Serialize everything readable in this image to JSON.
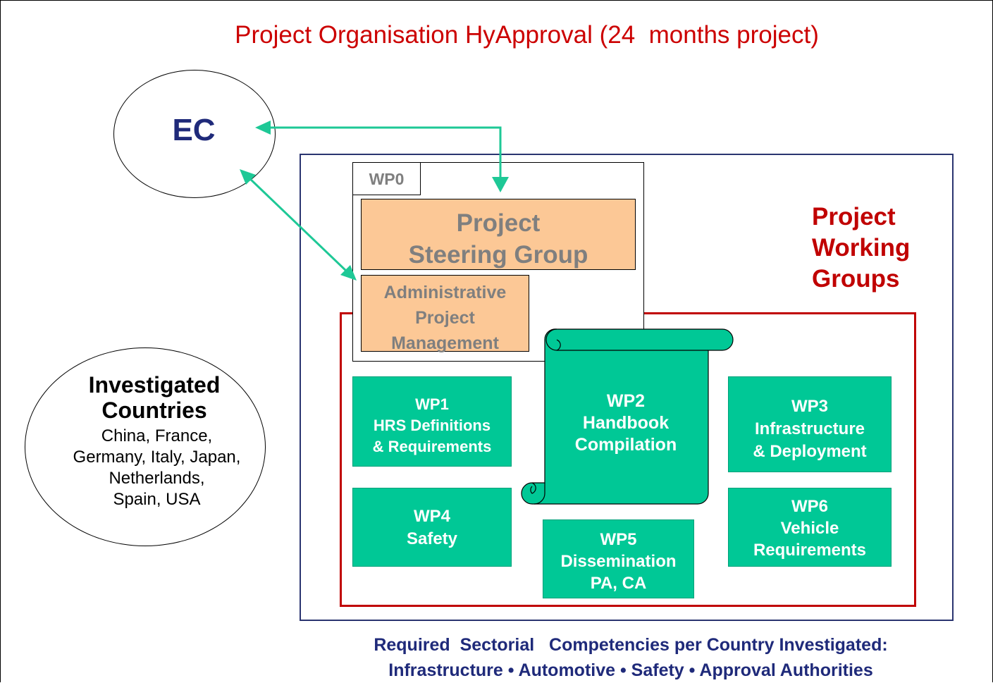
{
  "title": "Project Organisation HyApproval (24  months project)",
  "ec": {
    "label": "EC"
  },
  "countries": {
    "title_lines": [
      "Investigated",
      "Countries"
    ],
    "list_lines": [
      "China, France,",
      "Germany, Italy, Japan,",
      "Netherlands,",
      "Spain, USA"
    ]
  },
  "wp0": {
    "label": "WP0",
    "steering_lines": [
      "Project",
      "Steering Group"
    ],
    "admin_lines": [
      "Administrative",
      "Project",
      "Management"
    ]
  },
  "working_groups_lines": [
    "Project",
    "Working",
    "Groups"
  ],
  "work_packages": {
    "wp1": [
      "WP1",
      "HRS  Definitions",
      "& Requirements"
    ],
    "wp2": [
      "WP2",
      "Handbook",
      "Compilation"
    ],
    "wp3": [
      "WP3",
      "Infrastructure",
      "& Deployment"
    ],
    "wp4": [
      "WP4",
      "Safety"
    ],
    "wp5": [
      "WP5",
      "Dissemination",
      "PA, CA"
    ],
    "wp6": [
      "WP6",
      "Vehicle",
      "Requirements"
    ]
  },
  "footer_lines": [
    "Required  Sectorial   Competencies per Country Investigated:",
    "Infrastructure • Automotive • Safety • Approval Authorities"
  ],
  "colors": {
    "title_red": "#cc0000",
    "navy": "#1f2a7a",
    "wp_green": "#00c896",
    "management_orange": "#fcc896",
    "arrow_green": "#1ec896"
  }
}
